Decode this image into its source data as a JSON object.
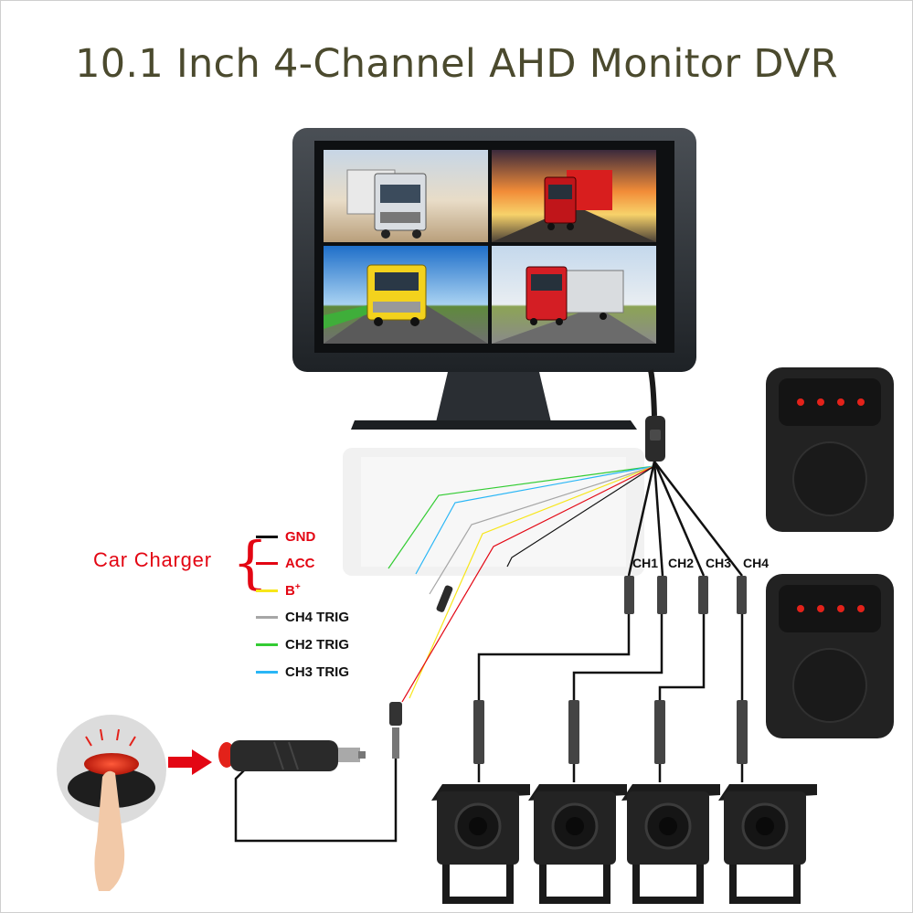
{
  "title": "10.1 Inch 4-Channel AHD Monitor DVR",
  "car_charger": {
    "label": "Car Charger",
    "wires": [
      {
        "name": "GND",
        "color": "#111111",
        "text_color": "#e30613"
      },
      {
        "name": "ACC",
        "color": "#e30613",
        "text_color": "#e30613"
      },
      {
        "name": "B",
        "sup": "+",
        "color": "#f7e61a",
        "text_color": "#e30613"
      }
    ]
  },
  "trigger_wires": [
    {
      "name": "CH4 TRIG",
      "color": "#a6a6a6",
      "text_color": "#111111"
    },
    {
      "name": "CH2 TRIG",
      "color": "#33cc33",
      "text_color": "#111111"
    },
    {
      "name": "CH3 TRIG",
      "color": "#29b6f6",
      "text_color": "#111111"
    }
  ],
  "channels": [
    "CH1",
    "CH2",
    "CH3",
    "CH4"
  ],
  "screen_views": [
    "truck-front-view",
    "red-truck-sunset-view",
    "yellow-truck-road-view",
    "red-truck-highway-view"
  ],
  "device_count": {
    "monitor": 1,
    "cameras": 4,
    "speakers": 2
  }
}
